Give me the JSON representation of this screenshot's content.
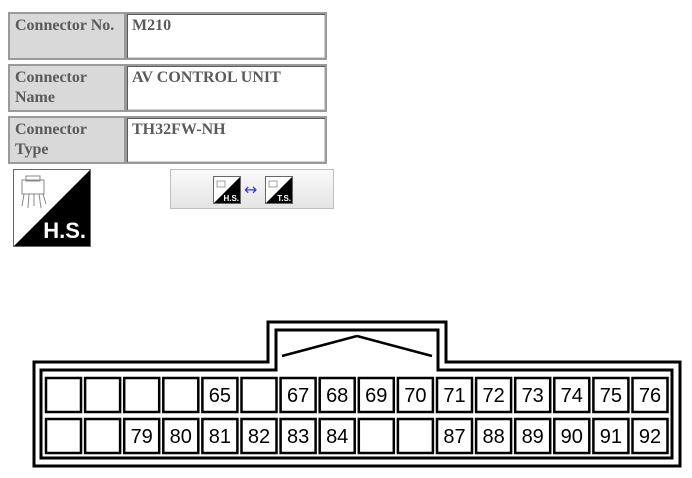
{
  "info": {
    "rows": [
      {
        "label": "Connector No.",
        "value": "M210"
      },
      {
        "label": "Connector Name",
        "value": "AV CONTROL UNIT"
      },
      {
        "label": "Connector Type",
        "value": "TH32FW-NH"
      }
    ]
  },
  "view_icon": {
    "label": "H.S.",
    "icon": "harness-side-connector-icon"
  },
  "view_toggle": {
    "from_label": "H.S.",
    "to_label": "T.S.",
    "arrow_icon": "double-arrow-icon",
    "arrow_color": "#3b3bd6"
  },
  "connector": {
    "top_row": [
      "",
      "",
      "",
      "",
      "65",
      "",
      "67",
      "68",
      "69",
      "70",
      "71",
      "72",
      "73",
      "74",
      "75",
      "76"
    ],
    "bottom_row": [
      "",
      "",
      "79",
      "80",
      "81",
      "82",
      "83",
      "84",
      "",
      "",
      "87",
      "88",
      "89",
      "90",
      "91",
      "92"
    ]
  }
}
